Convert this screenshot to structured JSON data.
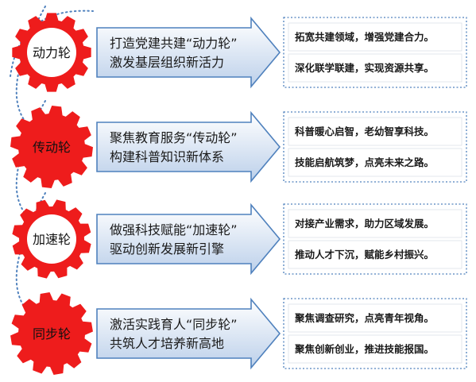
{
  "rows": [
    {
      "gear_label": "动力轮",
      "gear_style": "outline",
      "arrow_lines": [
        "打造党建共建“动力轮”",
        "激发基层组织新活力"
      ],
      "bullets": [
        "拓宽共建领域，增强党建合力。",
        "深化联学联建，实现资源共享。"
      ]
    },
    {
      "gear_label": "传动轮",
      "gear_style": "solid",
      "arrow_lines": [
        "聚焦教育服务“传动轮”",
        "构建科普知识新体系"
      ],
      "bullets": [
        "科普暖心启智，老幼智享科技。",
        "技能启航筑梦，点亮未来之路。"
      ]
    },
    {
      "gear_label": "加速轮",
      "gear_style": "outline",
      "arrow_lines": [
        "做强科技赋能“加速轮”",
        "驱动创新发展新引擎"
      ],
      "bullets": [
        "对接产业需求，助力区域发展。",
        "推动人才下沉，赋能乡村振兴。"
      ]
    },
    {
      "gear_label": "同步轮",
      "gear_style": "solid",
      "arrow_lines": [
        "激活实践育人“同步轮”",
        "共筑人才培养新高地"
      ],
      "bullets": [
        "聚焦调查研究，点亮青年视角。",
        "聚焦创新创业，推进技能报国。"
      ]
    }
  ],
  "colors": {
    "gear_red": "#ee1c1c",
    "gear_inner_fill": "#ffffff",
    "arrow_fill_top": "#ffffff",
    "arrow_fill_bottom": "#bcd0ea",
    "arrow_stroke": "#4f81bd",
    "dotted_line": "#4f81bd",
    "bullet_border": "#4f81bd",
    "text": "#1a1a1a"
  }
}
